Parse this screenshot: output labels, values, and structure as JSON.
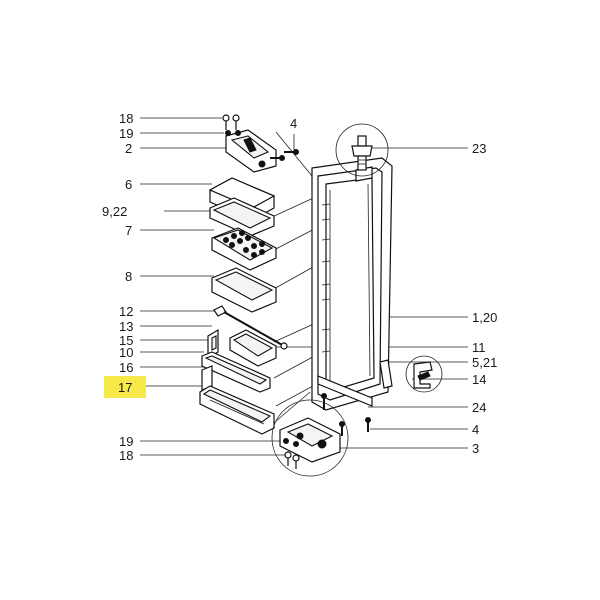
{
  "highlight_color": "#f7e94a",
  "callouts": {
    "c18a": "18",
    "c19a": "19",
    "c2": "2",
    "c4a": "4",
    "c6": "6",
    "c922": "9,22",
    "c7": "7",
    "c8": "8",
    "c12": "12",
    "c13": "13",
    "c15": "15",
    "c10": "10",
    "c16": "16",
    "c17": "17",
    "c19b": "19",
    "c18b": "18",
    "c23": "23",
    "c120": "1,20",
    "c11": "11",
    "c521": "5,21",
    "c14": "14",
    "c24": "24",
    "c4b": "4",
    "c3": "3"
  }
}
